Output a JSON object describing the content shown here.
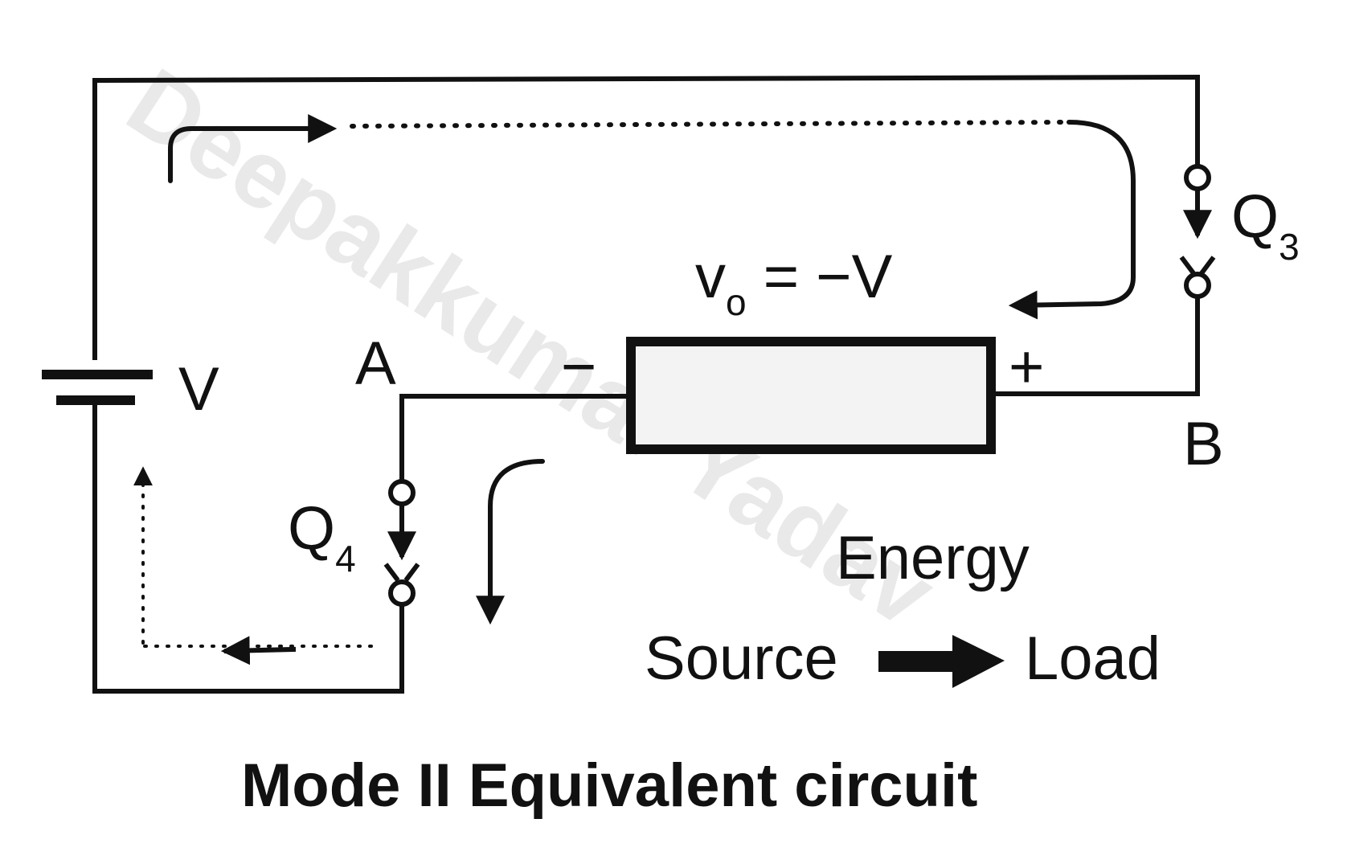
{
  "labels": {
    "source_voltage": "V",
    "node_a": "A",
    "node_b": "B",
    "switch_q3": "Q",
    "switch_q3_sub": "3",
    "switch_q4": "Q",
    "switch_q4_sub": "4",
    "output_v": "v",
    "output_sub": "o",
    "output_rest": " = −V",
    "load_minus": "−",
    "load_plus": "+",
    "energy": "Energy",
    "source": "Source",
    "load": "Load"
  },
  "title": "Mode II Equivalent circuit",
  "watermark": "Deepakkumar Yadav"
}
